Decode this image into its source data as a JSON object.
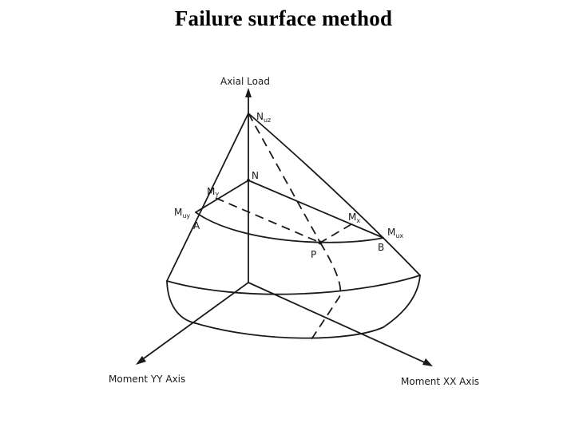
{
  "slide": {
    "title": "Failure surface method"
  },
  "diagram": {
    "axis_labels": {
      "axial_load": "Axial Load",
      "moment_yy": "Moment YY Axis",
      "moment_xx": "Moment XX Axis"
    },
    "points": {
      "nuz_main": "N",
      "nuz_sub": "uz",
      "n": "N",
      "my_main": "M",
      "my_sub": "Y",
      "muy_main": "M",
      "muy_sub": "uy",
      "a": "A",
      "mx_main": "M",
      "mx_sub": "x",
      "mux_main": "M",
      "mux_sub": "ux",
      "b": "B",
      "p": "P"
    }
  }
}
